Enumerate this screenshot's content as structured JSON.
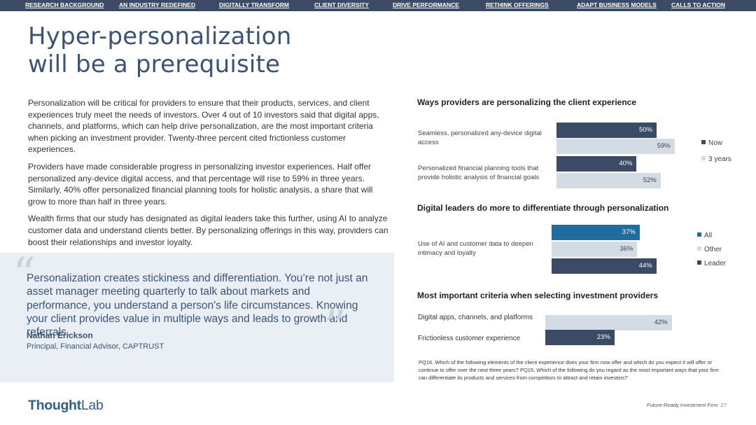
{
  "nav": [
    "RESEARCH BACKGROUND",
    "AN INDUSTRY REDEFINED",
    "DIGITALLY TRANSFORM",
    "CLIENT DIVERSITY",
    "DRIVE PERFORMANCE",
    "RETHINK OFFERINGS",
    "ADAPT BUSINESS MODELS",
    "CALLS TO ACTION"
  ],
  "title_line1": "Hyper-personalization",
  "title_line2": "will be a prerequisite",
  "paragraphs": [
    "Personalization will be critical for providers to ensure that their products, services, and client experiences truly meet the needs of investors. Over 4 out of 10 investors said that digital apps, channels, and platforms, which can help drive personalization, are the most important criteria when picking an investment provider. Twenty-three percent cited frictionless customer experiences.",
    "Providers have made considerable progress in personalizing investor experiences. Half offer personalized any-device digital access, and that percentage will rise to 59% in three years. Similarly, 40% offer personalized financial planning tools for holistic analysis, a share that will grow to more than half in three years.",
    "Wealth firms that our study has designated as digital leaders take this further, using AI to analyze customer data and understand clients better. By personalizing offerings in this way, providers can boost their relationships and investor loyalty."
  ],
  "quote": {
    "open_mark": "“",
    "close_mark": "”",
    "text": "Personalization creates stickiness and differentiation. You’re not just an asset manager meeting quarterly to talk about markets and performance, you understand a person's life circumstances. Knowing your client provides value in multiple ways and leads to growth and referrals.",
    "name": "Nathan Erickson",
    "role": "Principal, Financial Advisor, CAPTRUST"
  },
  "chart_data": [
    {
      "type": "bar",
      "orientation": "horizontal",
      "title": "Ways providers are personalizing the client experience",
      "categories": [
        "Seamless, personalized any-device digital access",
        "Personalized financial planning tools that provide holistic analysis of financial goals"
      ],
      "series": [
        {
          "name": "Now",
          "values": [
            50,
            40
          ],
          "color": "#3b4b66"
        },
        {
          "name": "3 years",
          "values": [
            59,
            52
          ],
          "color": "#d3dbe5"
        }
      ],
      "value_suffix": "%",
      "legend": "right"
    },
    {
      "type": "bar",
      "orientation": "horizontal",
      "title": "Digital leaders do more to differentiate through personalization",
      "categories": [
        "Use of AI and customer data to deepen intimacy and loyalty"
      ],
      "series": [
        {
          "name": "All",
          "values": [
            37
          ],
          "color": "#1f6c9e"
        },
        {
          "name": "Other",
          "values": [
            36
          ],
          "color": "#d3dbe5"
        },
        {
          "name": "Leader",
          "values": [
            44
          ],
          "color": "#3b4b66"
        }
      ],
      "value_suffix": "%",
      "legend": "right"
    },
    {
      "type": "bar",
      "orientation": "horizontal",
      "title": "Most important criteria when selecting investment providers",
      "categories": [
        "Digital apps, channels, and platforms",
        "Frictionless customer experience"
      ],
      "values": [
        42,
        23
      ],
      "colors": [
        "#d3dbe5",
        "#3b4b66"
      ],
      "value_suffix": "%"
    }
  ],
  "footnote": "PQ16. Which of the following elements of the client experience does your firm now offer and which do you expect it will offer or continue to offer over the next three years? PQ15. Which of the following do you regard as the most important ways that your firm can differentiate its products and services from competitors to attract and retain investors?",
  "logo": {
    "part1": "Thought",
    "part2": "Lab"
  },
  "footer": {
    "text": "Future-Ready Investment Firm",
    "page": "27"
  },
  "colors": {
    "navy": "#3b4b66",
    "blue": "#1f6c9e",
    "light": "#d3dbe5",
    "title": "#3b5375"
  }
}
